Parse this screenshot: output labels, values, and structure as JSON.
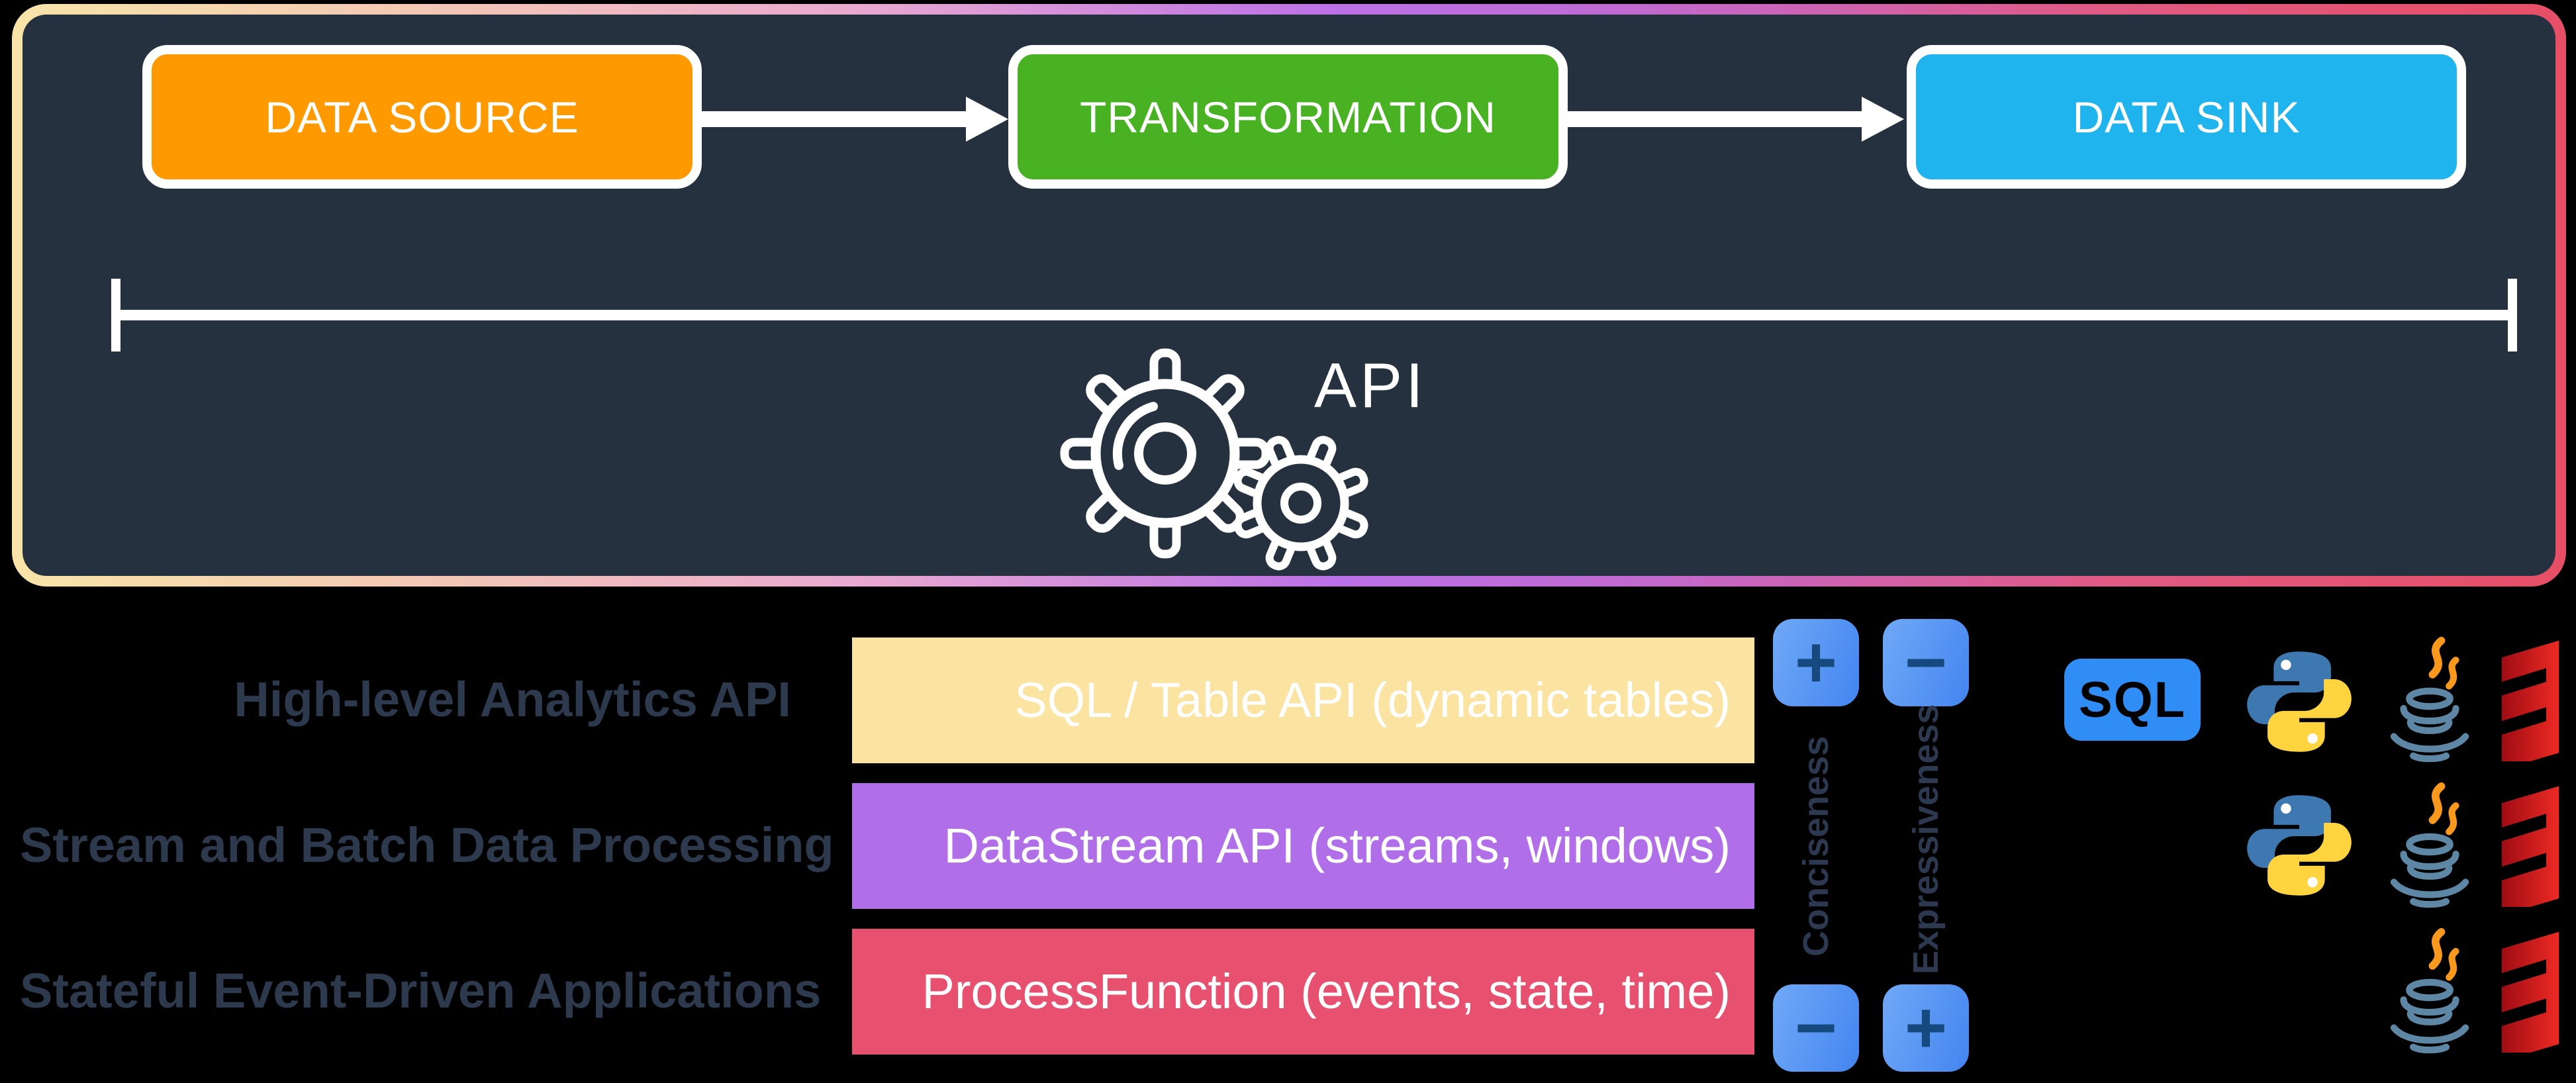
{
  "colors": {
    "page_bg": "#000000",
    "panel_bg": "#263140",
    "frame_gradient": [
      "#F8E4A8",
      "#EAA9D0",
      "#BB71E6",
      "#E05A84",
      "#E64F66"
    ],
    "white": "#FFFFFF",
    "row_label_text": "#2D3A4E",
    "button_gradient": [
      "#71A9F7",
      "#4385F0"
    ],
    "button_symbol": "#164A7E"
  },
  "pipeline": {
    "icon": "gears-icon",
    "api_label": "API",
    "nodes": [
      {
        "label": "DATA SOURCE",
        "color": "#FE9900"
      },
      {
        "label": "TRANSFORMATION",
        "color": "#48B223"
      },
      {
        "label": "DATA SINK",
        "color": "#20B4EE"
      }
    ]
  },
  "matrix": {
    "rows": [
      {
        "label": "High-level Analytics API",
        "api_box": "SQL / Table API (dynamic tables)",
        "box_color": "#FBE3A2",
        "languages": [
          "SQL",
          "Python",
          "Java",
          "Scala"
        ]
      },
      {
        "label": "Stream and Batch Data Processing",
        "api_box": "DataStream API (streams, windows)",
        "box_color": "#B06EE8",
        "languages": [
          "Python",
          "Java",
          "Scala"
        ]
      },
      {
        "label": "Stateful Event-Driven Applications",
        "api_box": "ProcessFunction (events, state, time)",
        "box_color": "#E85070",
        "languages": [
          "Java",
          "Scala"
        ]
      }
    ],
    "controls": {
      "conciseness": {
        "label": "Conciseness",
        "top_symbol": "+",
        "bottom_symbol": "−"
      },
      "expressiveness": {
        "label": "Expressiveness",
        "top_symbol": "−",
        "bottom_symbol": "+"
      }
    },
    "sql_badge_label": "SQL",
    "sql_badge_color": "#2F8DF5"
  }
}
